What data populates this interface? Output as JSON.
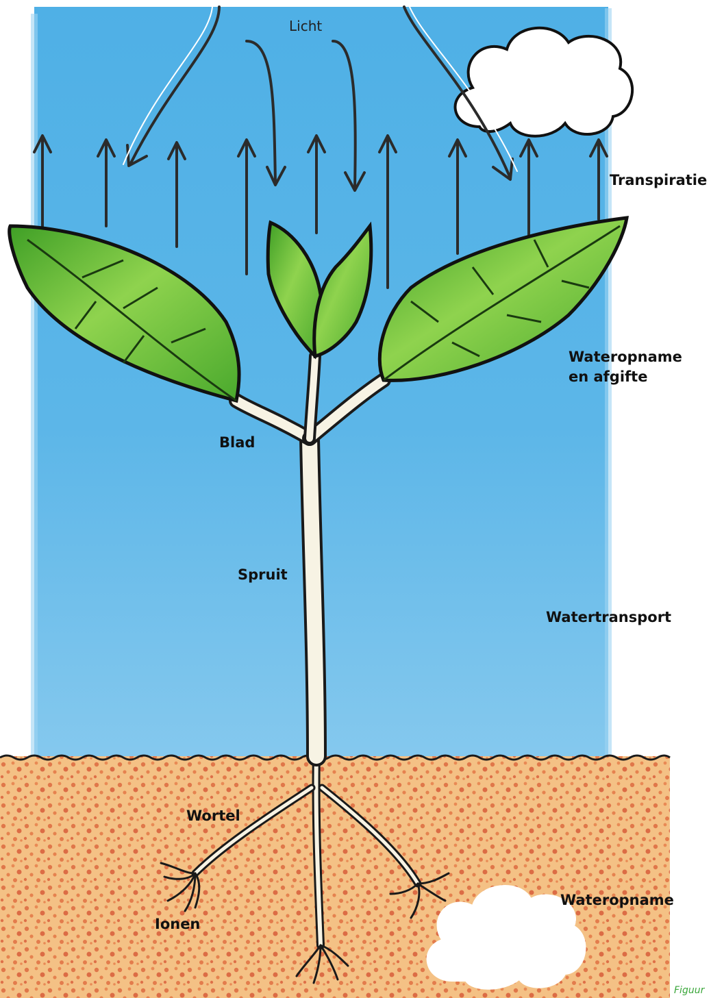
{
  "diagram": {
    "title": "",
    "labels": {
      "light": "Licht",
      "transpiration": "Transpiratie",
      "water_exchange_line1": "Wateropname",
      "water_exchange_line2": "en afgifte",
      "leaf": "Blad",
      "shoot": "Spruit",
      "water_transport": "Watertransport",
      "root": "Wortel",
      "water_uptake": "Wateropname",
      "ions": "Ionen"
    },
    "caption": "Figuur",
    "colors": {
      "sky": "#5ab4e6",
      "soil": "#f3bd7e",
      "soil_dots": "#e0774a",
      "leaf": "#66c13a",
      "leaf_dark": "#2f8d1f",
      "stem": "#f7f3e4",
      "caption": "#3aa63a"
    }
  }
}
